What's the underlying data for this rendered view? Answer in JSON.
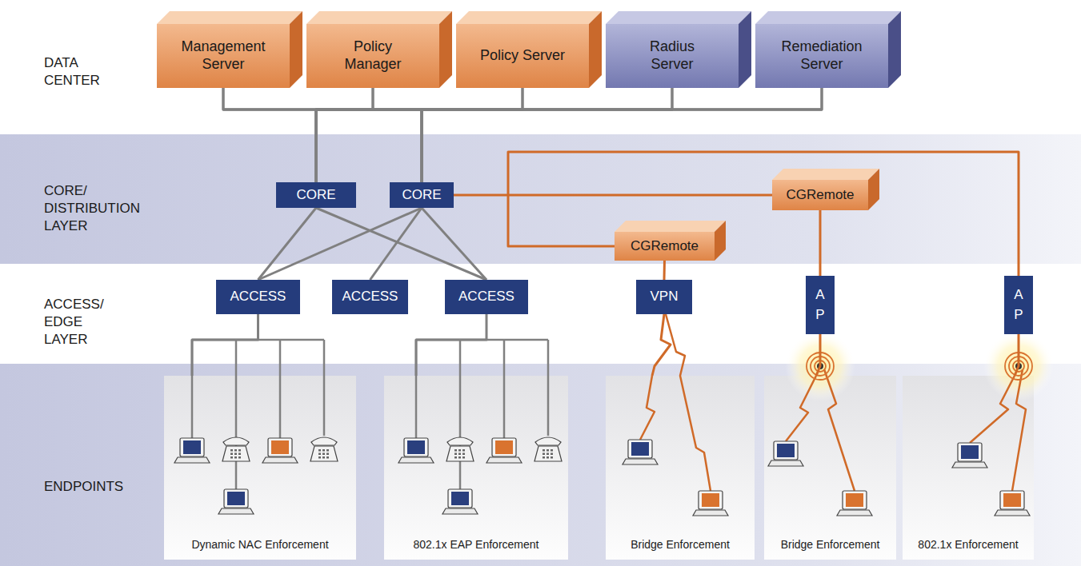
{
  "diagram": {
    "nodes": [
      {
        "text": [
          "Management Server"
        ]
      },
      {
        "text": [
          "Policy Manager"
        ]
      },
      {
        "text": [
          "Policy Server"
        ]
      },
      {
        "text": [
          "Radius Server"
        ]
      },
      {
        "text": [
          "Remediation Server"
        ]
      },
      {
        "text": [
          "CORE"
        ]
      },
      {
        "text": [
          "CORE"
        ]
      },
      {
        "text": [
          "CGRemote"
        ]
      },
      {
        "text": [
          "CGRemote"
        ]
      },
      {
        "text": [
          "ACCESS"
        ]
      },
      {
        "text": [
          "ACCESS"
        ]
      },
      {
        "text": [
          "ACCESS"
        ]
      },
      {
        "text": [
          "VPN"
        ]
      },
      {
        "text": [
          "AP"
        ]
      },
      {
        "text": [
          "AP"
        ]
      },
      {
        "text": [
          "Dynamic NAC Enforcement"
        ]
      },
      {
        "text": [
          "802.1x EAP Enforcement"
        ]
      },
      {
        "text": [
          "Bridge Enforcement"
        ]
      },
      {
        "text": [
          "Bridge Enforcement"
        ]
      },
      {
        "text": [
          "802.1x Enforcement"
        ]
      }
    ],
    "edges": [
      {
        "from": 0,
        "to": 5,
        "arrow": "none"
      },
      {
        "from": 0,
        "to": 6,
        "arrow": "none"
      },
      {
        "from": 1,
        "to": 5,
        "arrow": "none"
      },
      {
        "from": 1,
        "to": 6,
        "arrow": "none"
      },
      {
        "from": 2,
        "to": 5,
        "arrow": "none"
      },
      {
        "from": 2,
        "to": 6,
        "arrow": "none"
      },
      {
        "from": 3,
        "to": 5,
        "arrow": "none"
      },
      {
        "from": 3,
        "to": 6,
        "arrow": "none"
      },
      {
        "from": 4,
        "to": 5,
        "arrow": "none"
      },
      {
        "from": 4,
        "to": 6,
        "arrow": "none"
      },
      {
        "from": 5,
        "to": 9,
        "arrow": "none"
      },
      {
        "from": 5,
        "to": 11,
        "arrow": "none"
      },
      {
        "from": 6,
        "to": 9,
        "arrow": "none"
      },
      {
        "from": 6,
        "to": 10,
        "arrow": "none"
      },
      {
        "from": 6,
        "to": 11,
        "arrow": "none"
      },
      {
        "from": 6,
        "to": 7,
        "arrow": "none"
      },
      {
        "from": 8,
        "to": 14,
        "arrow": "none"
      },
      {
        "from": 8,
        "to": 12,
        "arrow": "none"
      },
      {
        "from": 7,
        "to": 13,
        "arrow": "none"
      },
      {
        "from": 9,
        "to": 15,
        "arrow": "none"
      },
      {
        "from": 11,
        "to": 16,
        "arrow": "none"
      },
      {
        "from": 12,
        "to": 17,
        "arrow": "none"
      },
      {
        "from": 13,
        "to": 18,
        "arrow": "none"
      },
      {
        "from": 14,
        "to": 19,
        "arrow": "none"
      }
    ],
    "labels": [
      "DATA CENTER",
      "CORE/ DISTRIBUTION LAYER",
      "ACCESS/ EDGE LAYER",
      "ENDPOINTS"
    ]
  }
}
